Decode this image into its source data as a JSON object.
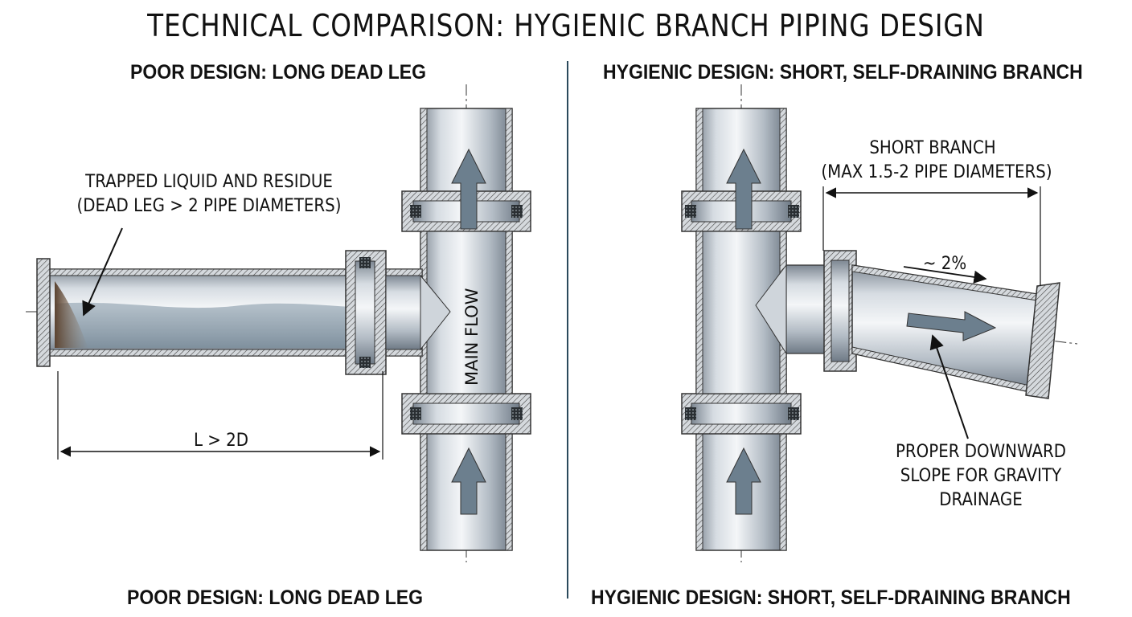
{
  "title": "TECHNICAL COMPARISON: HYGIENIC BRANCH PIPING DESIGN",
  "left": {
    "heading_top": "POOR DESIGN: LONG DEAD LEG",
    "heading_bottom": "POOR DESIGN: LONG DEAD LEG",
    "callout_line1": "TRAPPED LIQUID AND RESIDUE",
    "callout_line2": "(DEAD LEG > 2 PIPE DIAMETERS)",
    "dimension": "L > 2D",
    "flow_label": "MAIN FLOW"
  },
  "right": {
    "heading_top": "HYGIENIC DESIGN: SHORT, SELF-DRAINING BRANCH",
    "heading_bottom": "HYGIENIC DESIGN: SHORT, SELF-DRAINING BRANCH",
    "branch_line1": "SHORT BRANCH",
    "branch_line2": "(MAX 1.5-2 PIPE DIAMETERS)",
    "slope": "~ 2%",
    "note_line1": "PROPER DOWNWARD",
    "note_line2": "SLOPE FOR GRAVITY",
    "note_line3": "DRAINAGE"
  },
  "colors": {
    "pipe_light": "#eef1f4",
    "pipe_mid": "#b7bfc8",
    "pipe_dark": "#7d8792",
    "arrow": "#6c7f8e",
    "liquid": "#8e9fad",
    "residue": "#6b5138",
    "divider": "#2b4a5c"
  }
}
